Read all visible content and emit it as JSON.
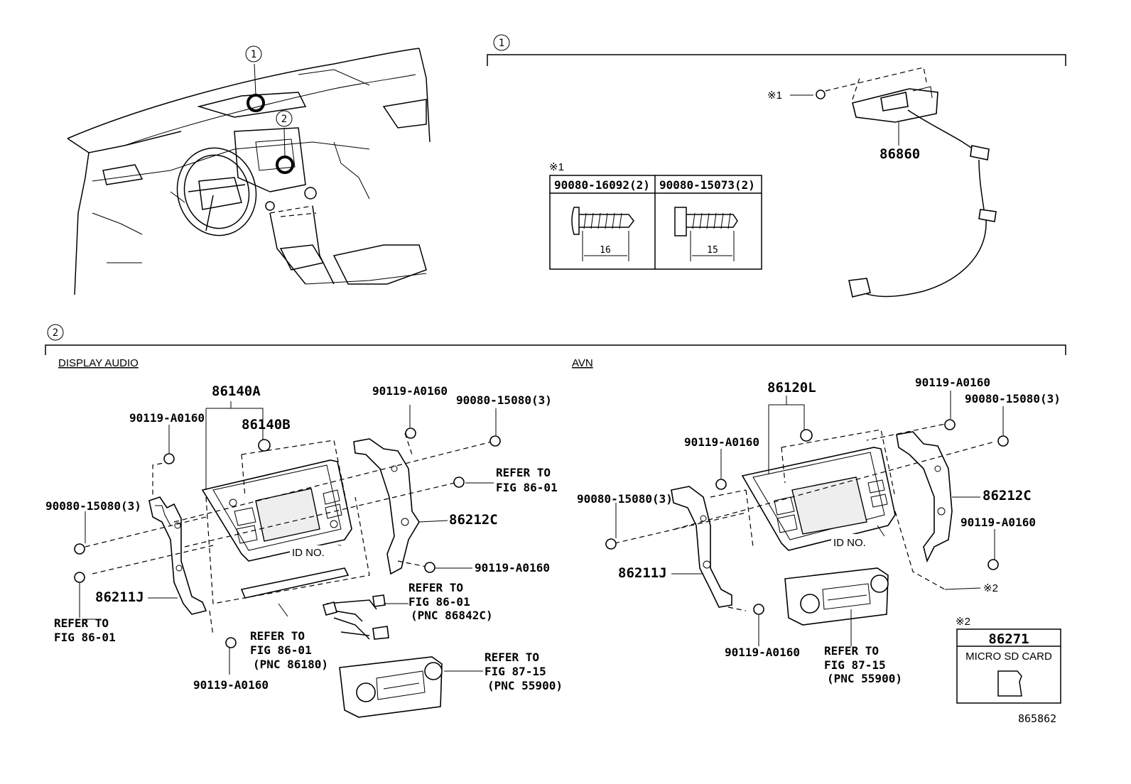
{
  "callouts": {
    "one": "1",
    "two": "2"
  },
  "section1": {
    "screw_note_mark": "※1",
    "screw_table": {
      "header_left": "90080-16092(2)",
      "header_right": "90080-15073(2)",
      "dim_left": "16",
      "dim_right": "15"
    },
    "screw_ref": "※1",
    "part_number": "86860"
  },
  "section2": {
    "display_audio": {
      "title": "DISPLAY AUDIO",
      "labels": {
        "p86140A": "86140A",
        "p86140B": "86140B",
        "screw_top_left": "90119-A0160",
        "screw_top_mid": "90119-A0160",
        "screw_top_right": "90080-15080(3)",
        "screw_left": "90080-15080(3)",
        "refer1_line1": "REFER TO",
        "refer1_line2": "FIG 86-01",
        "bracket_right": "86212C",
        "id_no": "ID NO.",
        "screw_mid_right": "90119-A0160",
        "refer2_line1": "REFER TO",
        "refer2_line2": "FIG 86-01",
        "refer2_line3": "(PNC 86842C)",
        "bracket_left": "86211J",
        "refer3_line1": "REFER TO",
        "refer3_line2": "FIG 86-01",
        "refer4_line1": "REFER TO",
        "refer4_line2": "FIG 86-01",
        "refer4_line3": "(PNC 86180)",
        "screw_bottom": "90119-A0160",
        "refer5_line1": "REFER TO",
        "refer5_line2": "FIG 87-15",
        "refer5_line3": "(PNC 55900)"
      }
    },
    "avn": {
      "title": "AVN",
      "labels": {
        "p86120L": "86120L",
        "screw_top_right1": "90119-A0160",
        "screw_top_right2": "90080-15080(3)",
        "screw_left_top": "90119-A0160",
        "screw_left": "90080-15080(3)",
        "bracket_right": "86212C",
        "screw_right": "90119-A0160",
        "id_no": "ID NO.",
        "sd_ref": "※2",
        "bracket_left": "86211J",
        "screw_bottom": "90119-A0160",
        "refer_line1": "REFER TO",
        "refer_line2": "FIG 87-15",
        "refer_line3": "(PNC 55900)"
      }
    },
    "sd_box": {
      "mark": "※2",
      "part_number": "86271",
      "name": "MICRO SD CARD"
    }
  },
  "figure_number": "865862"
}
